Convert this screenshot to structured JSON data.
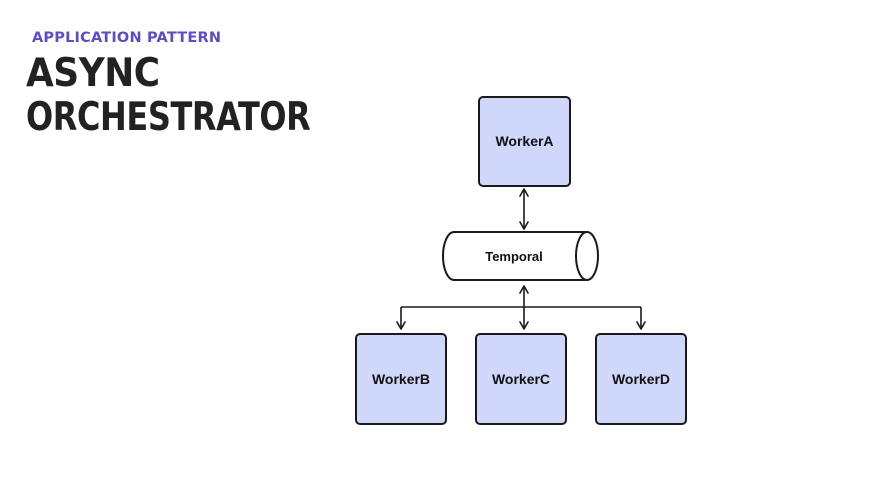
{
  "header": {
    "eyebrow": "APPLICATION PATTERN",
    "title_line1": "ASYNC",
    "title_line2": "ORCHESTRATOR"
  },
  "diagram": {
    "queue": {
      "label": "Temporal"
    },
    "workers": [
      {
        "label": "WorkerA"
      },
      {
        "label": "WorkerB"
      },
      {
        "label": "WorkerC"
      },
      {
        "label": "WorkerD"
      }
    ],
    "colors": {
      "accent": "#5b4ccc",
      "node_fill": "#cfd8fb",
      "stroke": "#1a1a1a"
    }
  }
}
